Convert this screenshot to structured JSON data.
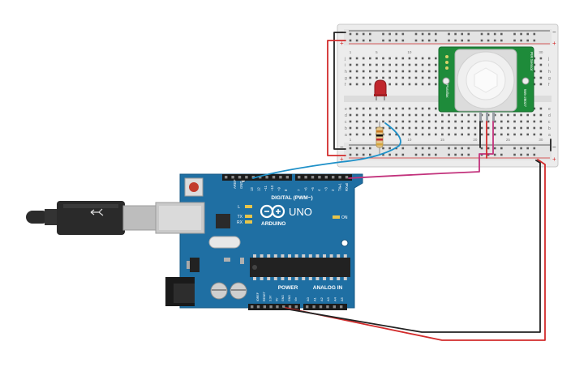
{
  "breadboard": {
    "rail_minus": "−",
    "rail_plus": "+",
    "row_letters_top": [
      "j",
      "i",
      "h",
      "g",
      "f"
    ],
    "row_letters_bottom": [
      "e",
      "d",
      "c",
      "b",
      "a"
    ],
    "column_numbers": [
      "1",
      "5",
      "10",
      "15",
      "20",
      "25",
      "30"
    ]
  },
  "led": {
    "color": "#c0262c"
  },
  "resistor": {
    "bands": [
      "#c8781e",
      "#111111",
      "#c0262c",
      "#d4a53a"
    ]
  },
  "pir": {
    "board_color": "#1e8b3a",
    "lines": [
      "PIR Sensor",
      "555-28027",
      "Parallax"
    ],
    "pins": [
      "−",
      "+",
      "OUT"
    ]
  },
  "arduino": {
    "board_color": "#1f6fa3",
    "name": "UNO",
    "brand": "ARDUINO",
    "digital_label": "DIGITAL (PWM~)",
    "power_label": "POWER",
    "analog_label": "ANALOG IN",
    "aref": "AREF",
    "gnd": "GND",
    "on_label": "ON",
    "l_label": "L",
    "tx_label": "TX",
    "rx_label": "RX",
    "digital_pins": [
      "13",
      "12",
      "~11",
      "~10",
      "~9",
      "8",
      "7",
      "~6",
      "~5",
      "4",
      "~3",
      "2",
      "TX▸1",
      "RX◂0"
    ],
    "power_pins": [
      "IOREF",
      "RESET",
      "3.3V",
      "5V",
      "GND",
      "GND",
      "Vin"
    ],
    "analog_pins": [
      "A0",
      "A1",
      "A2",
      "A3",
      "A4",
      "A5"
    ]
  },
  "wires": {
    "red": "#d22b2b",
    "black": "#222222",
    "blue": "#1e90c8",
    "magenta": "#c2327c"
  }
}
